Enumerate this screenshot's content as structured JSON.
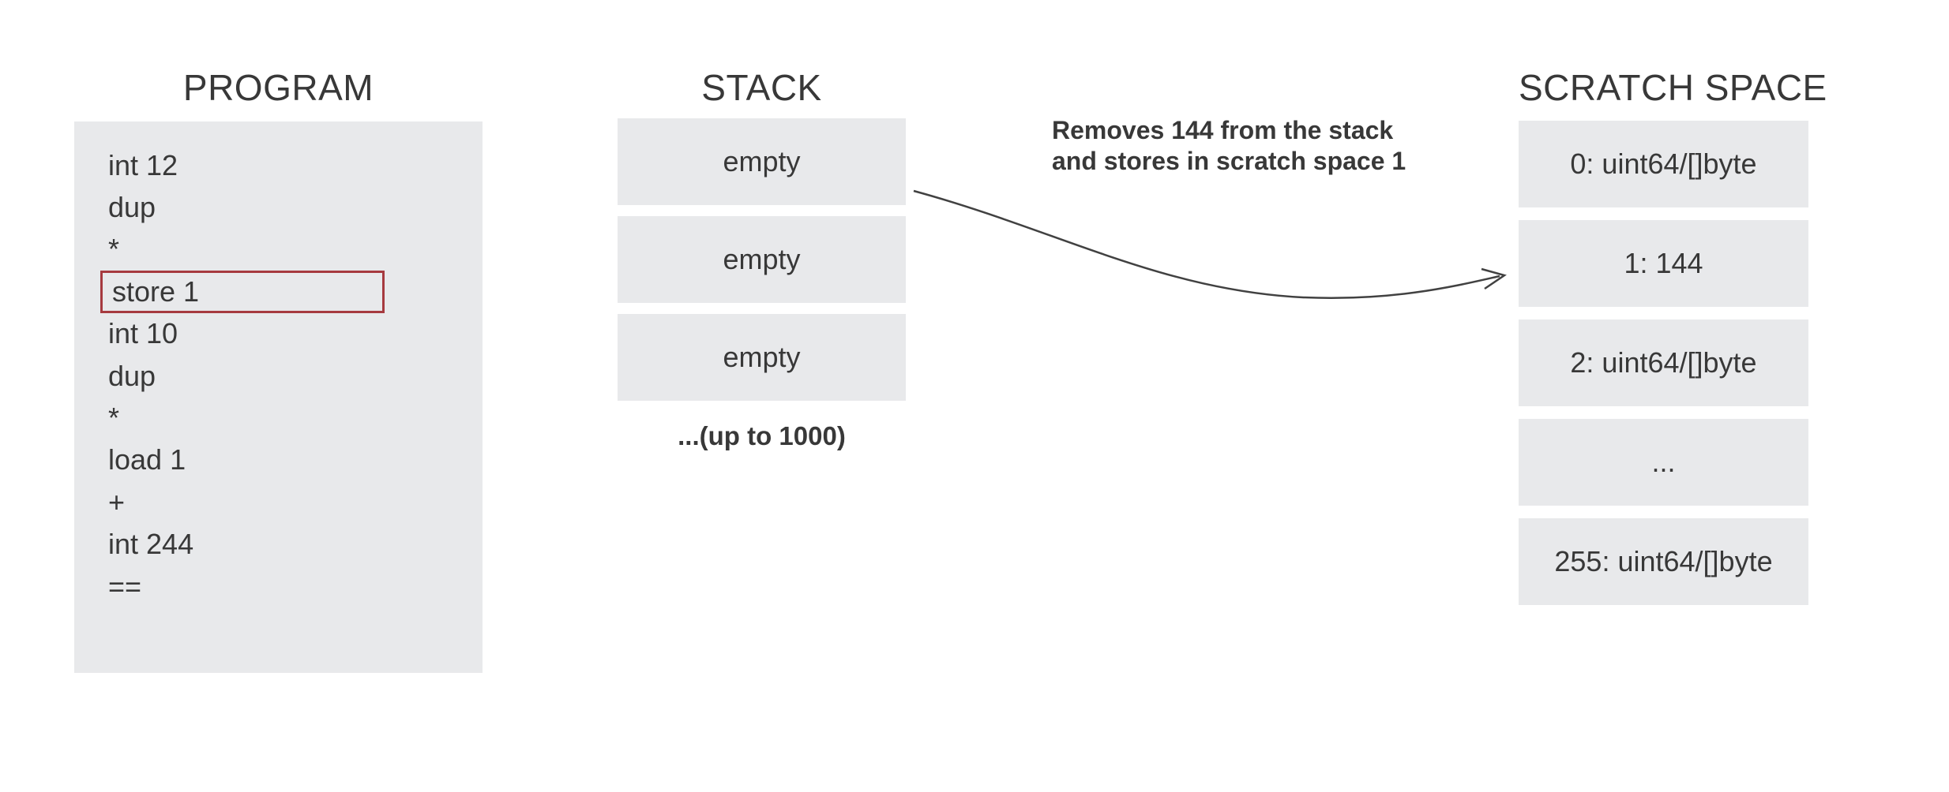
{
  "colors": {
    "background": "#ffffff",
    "box_bg": "#e8e9eb",
    "text": "#383838",
    "highlight_border": "#a63a3f",
    "arrow": "#414141"
  },
  "program": {
    "title": "PROGRAM",
    "lines": [
      {
        "text": "int 12",
        "highlighted": false
      },
      {
        "text": "dup",
        "highlighted": false
      },
      {
        "text": "*",
        "highlighted": false
      },
      {
        "text": "store 1",
        "highlighted": true
      },
      {
        "text": "int 10",
        "highlighted": false
      },
      {
        "text": "dup",
        "highlighted": false
      },
      {
        "text": "*",
        "highlighted": false
      },
      {
        "text": "load 1",
        "highlighted": false
      },
      {
        "text": "+",
        "highlighted": false
      },
      {
        "text": "int 244",
        "highlighted": false
      },
      {
        "text": "==",
        "highlighted": false
      }
    ]
  },
  "stack": {
    "title": "STACK",
    "slots": [
      "empty",
      "empty",
      "empty"
    ],
    "caption": "...(up to 1000)"
  },
  "annotation": {
    "line1": "Removes 144 from the stack",
    "line2": "and stores in scratch space 1"
  },
  "scratch": {
    "title": "SCRATCH SPACE",
    "slots": [
      "0: uint64/[]byte",
      "1: 144",
      "2: uint64/[]byte",
      "...",
      "255: uint64/[]byte"
    ]
  }
}
